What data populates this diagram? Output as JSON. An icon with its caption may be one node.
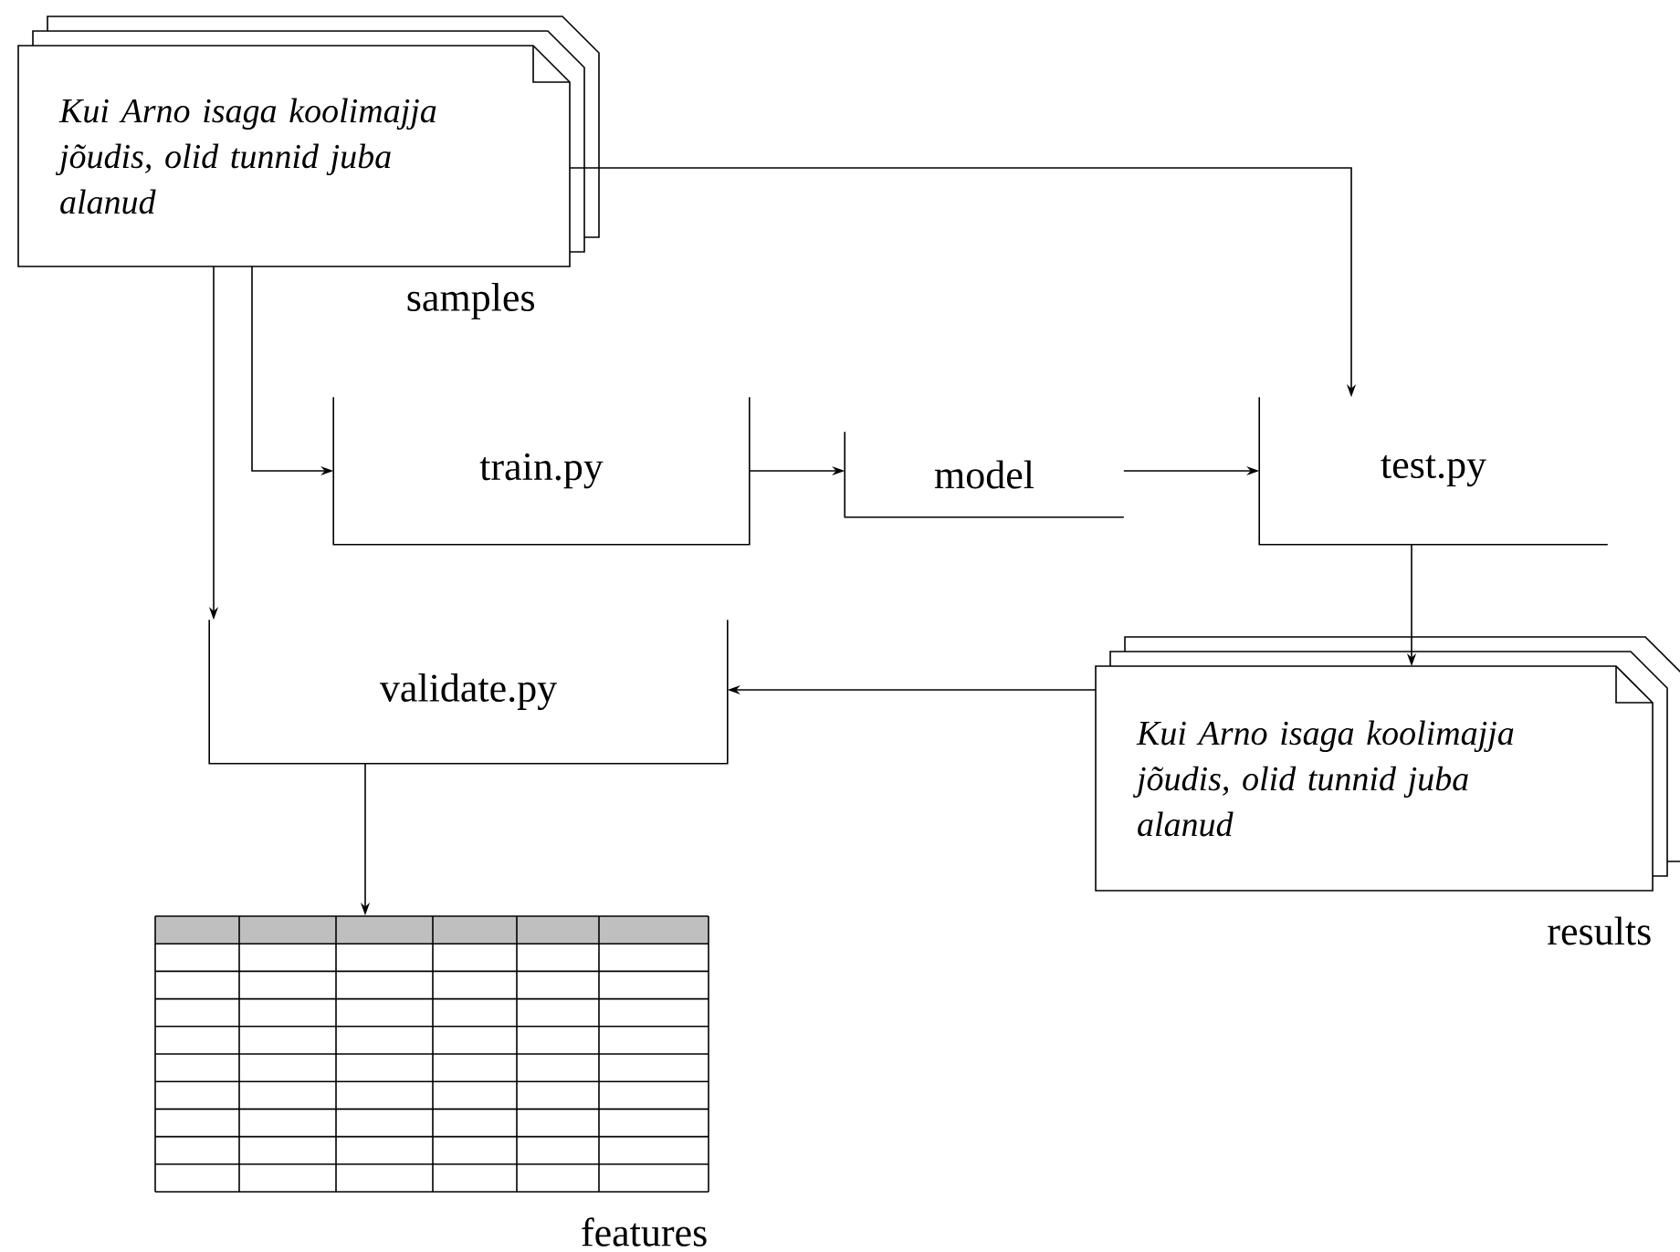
{
  "diagram": {
    "nodes": [
      {
        "text": [
          "Kui Arno isaga koolimajja jõudis, olid tunnid juba alanud"
        ],
        "beside": [
          "samples"
        ]
      },
      {
        "text": [
          "train.py"
        ]
      },
      {
        "text": [
          "model"
        ]
      },
      {
        "text": [
          "test.py"
        ]
      },
      {
        "text": [
          "validate.py"
        ]
      },
      {
        "text": [
          "Kui Arno isaga koolimajja jõudis, olid tunnid juba alanud"
        ],
        "beside": [
          "results"
        ]
      },
      {
        "text": [],
        "shape": "table",
        "beside": [
          "features"
        ]
      }
    ],
    "edges": [
      {
        "from": 0,
        "to": 1,
        "arrow": "to"
      },
      {
        "from": 0,
        "to": 3,
        "arrow": "to"
      },
      {
        "from": 0,
        "to": 4,
        "arrow": "to"
      },
      {
        "from": 1,
        "to": 2,
        "arrow": "to"
      },
      {
        "from": 2,
        "to": 3,
        "arrow": "to"
      },
      {
        "from": 3,
        "to": 5,
        "arrow": "to"
      },
      {
        "from": 5,
        "to": 4,
        "arrow": "to"
      },
      {
        "from": 4,
        "to": 6,
        "arrow": "to"
      }
    ]
  }
}
